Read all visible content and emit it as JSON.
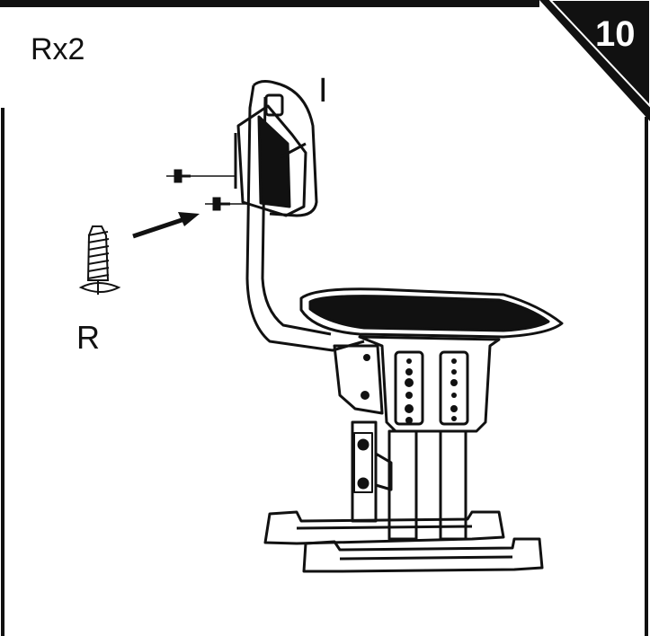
{
  "step": {
    "number": "10"
  },
  "hardware": {
    "quantity_label": "Rx2",
    "screw_label": "R"
  },
  "parts": {
    "backrest_label": "I"
  },
  "colors": {
    "line": "#111111",
    "background": "#ffffff",
    "badge": "#111111"
  }
}
